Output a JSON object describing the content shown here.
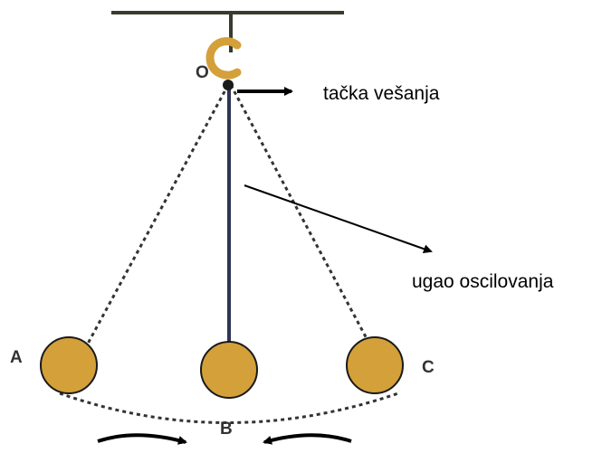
{
  "labels": {
    "pivot": "O",
    "left_position": "A",
    "middle_position": "B",
    "right_position": "C"
  },
  "annotations": {
    "suspension_point": "tačka vešanja",
    "oscillation_angle": "ugao oscilovanja"
  },
  "colors": {
    "bob": "#D4A03A",
    "bob_outline": "#1a1a1a",
    "rod": "#2F3456",
    "support": "#3a3a2e",
    "hook": "#D4A03A",
    "dashed": "#333333",
    "arrow": "#000000"
  }
}
